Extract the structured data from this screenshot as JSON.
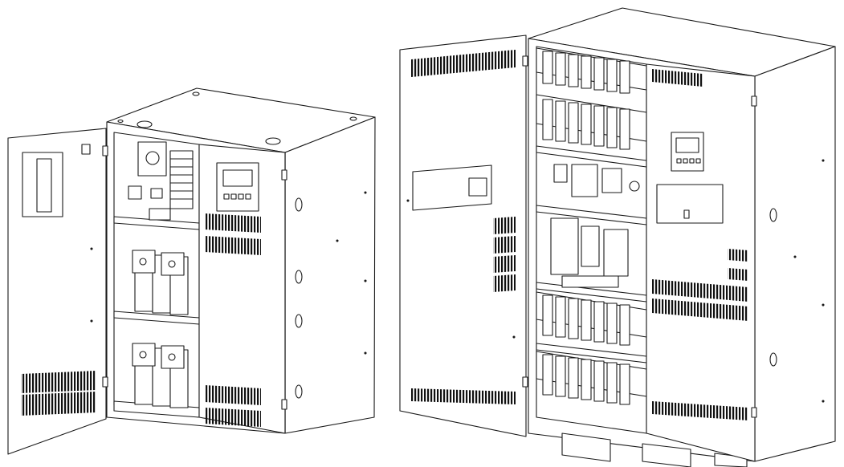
{
  "figure": {
    "units": [
      {
        "name": "small-cabinet",
        "left_door": "open",
        "right_panel": "closed",
        "busbar_tiers": 2,
        "display_panel": {
          "screen": "lcd-display",
          "button_count": 4
        }
      },
      {
        "name": "large-cabinet",
        "left_door": "open",
        "busbar_tiers": 4,
        "display_panel": {
          "screen": "lcd-display",
          "button_count": 4
        }
      }
    ],
    "palette": {
      "line": "#1a1a1a",
      "fill": "#ffffff",
      "vent": "#111111"
    }
  }
}
